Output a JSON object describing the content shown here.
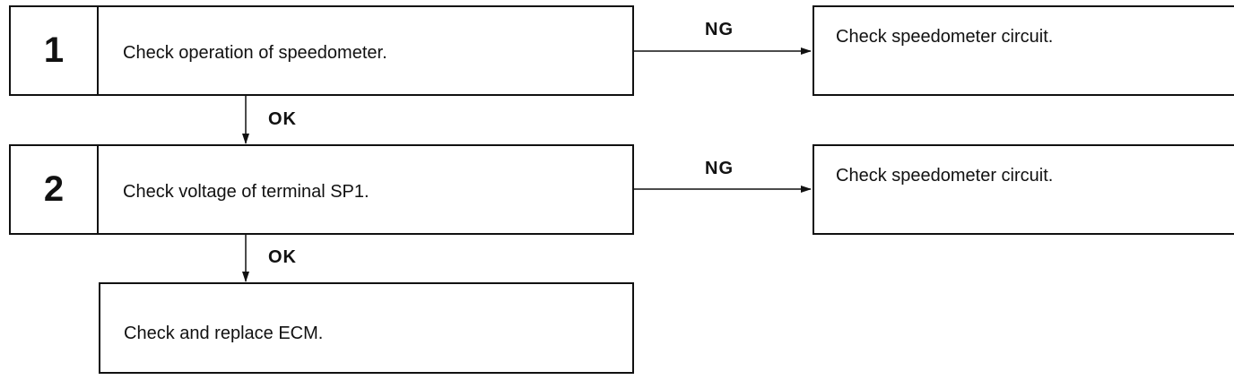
{
  "steps": [
    {
      "number": "1",
      "text": "Check operation of speedometer."
    },
    {
      "number": "2",
      "text": "Check voltage of terminal SP1."
    }
  ],
  "ng_results": [
    {
      "text": "Check speedometer circuit."
    },
    {
      "text": "Check speedometer circuit."
    }
  ],
  "final": {
    "text": "Check and replace ECM."
  },
  "labels": {
    "ng": "NG",
    "ok": "OK"
  }
}
